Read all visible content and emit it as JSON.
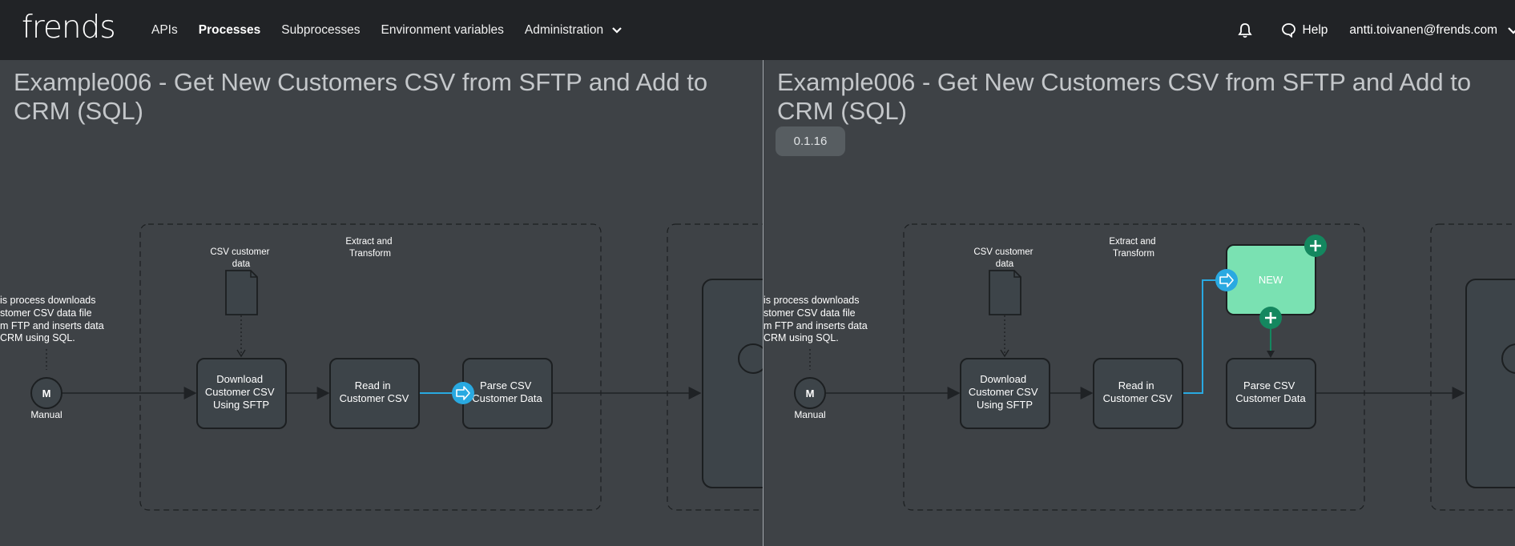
{
  "nav": {
    "logo": "frends",
    "items": [
      "APIs",
      "Processes",
      "Subprocesses",
      "Environment variables"
    ],
    "administration": "Administration",
    "help": "Help",
    "user": "antti.toivanen@frends.com"
  },
  "left": {
    "title": "Example006 - Get New Customers CSV from SFTP and Add to CRM (SQL)"
  },
  "right": {
    "title": "Example006 - Get New Customers CSV from SFTP and Add to CRM (SQL)",
    "version": "0.1.16"
  },
  "diagram": {
    "annotation_lines": [
      "is process downloads",
      "stomer CSV data file",
      "m FTP and inserts data",
      "CRM using SQL."
    ],
    "start_event": "M",
    "start_label": "Manual",
    "data_object_label": [
      "CSV customer",
      "data"
    ],
    "group_label": [
      "Extract and",
      "Transform"
    ],
    "task_download": [
      "Download",
      "Customer CSV",
      "Using SFTP"
    ],
    "task_read": [
      "Read in",
      "Customer CSV"
    ],
    "task_parse": [
      "Parse CSV",
      "Customer Data"
    ],
    "new_task": "NEW"
  },
  "colors": {
    "background": "#3e4246",
    "topbar": "#212326",
    "task_fill": "#3d4449",
    "connector": "#29a9e1",
    "new_fill": "#7ae1b2",
    "add_button": "#14875f"
  }
}
